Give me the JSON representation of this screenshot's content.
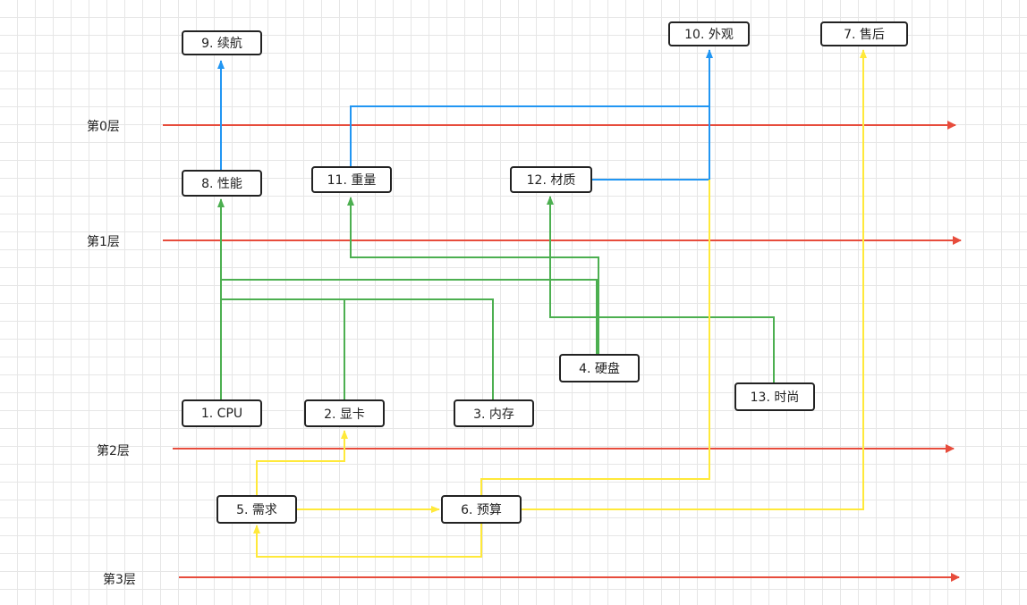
{
  "colors": {
    "layer_line": "#e74c3c",
    "blue": "#2196f3",
    "green": "#4caf50",
    "yellow": "#ffe93a"
  },
  "layers": [
    "第0层",
    "第1层",
    "第2层",
    "第3层"
  ],
  "nodes": {
    "n1": "1. CPU",
    "n2": "2. 显卡",
    "n3": "3. 内存",
    "n4": "4. 硬盘",
    "n5": "5. 需求",
    "n6": "6. 预算",
    "n7": "7. 售后",
    "n8": "8. 性能",
    "n9": "9. 续航",
    "n10": "10. 外观",
    "n11": "11. 重量",
    "n12": "12. 材质",
    "n13": "13. 时尚"
  },
  "edges": [
    {
      "from": "8. 性能",
      "to": "9. 续航",
      "color": "blue"
    },
    {
      "from": "11. 重量",
      "to": "10. 外观",
      "color": "blue"
    },
    {
      "from": "12. 材质",
      "to": "10. 外观",
      "color": "blue"
    },
    {
      "from": "1. CPU",
      "to": "8. 性能",
      "color": "green"
    },
    {
      "from": "2. 显卡",
      "to": "8. 性能",
      "color": "green"
    },
    {
      "from": "3. 内存",
      "to": "8. 性能",
      "color": "green"
    },
    {
      "from": "4. 硬盘",
      "to": "8. 性能",
      "color": "green"
    },
    {
      "from": "4. 硬盘",
      "to": "11. 重量",
      "color": "green"
    },
    {
      "from": "13. 时尚",
      "to": "12. 材质",
      "color": "green"
    },
    {
      "from": "5. 需求",
      "to": "2. 显卡",
      "color": "yellow"
    },
    {
      "from": "5. 需求",
      "to": "6. 预算",
      "color": "yellow"
    },
    {
      "from": "6. 预算",
      "to": "5. 需求",
      "color": "yellow"
    },
    {
      "from": "6. 预算",
      "to": "10. 外观",
      "color": "yellow"
    },
    {
      "from": "6. 预算",
      "to": "7. 售后",
      "color": "yellow"
    }
  ]
}
